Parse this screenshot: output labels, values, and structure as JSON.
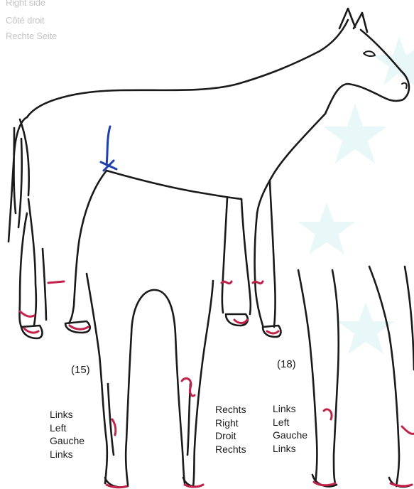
{
  "header": {
    "side_label_en": "Right side",
    "side_label_fr": "Côté droit",
    "side_label_de": "Rechte Seite"
  },
  "views": [
    {
      "number": "(15)",
      "left_label": [
        "Links",
        "Left",
        "Gauche",
        "Links"
      ],
      "right_label": [
        "Rechts",
        "Right",
        "Droit",
        "Rechts"
      ]
    },
    {
      "number": "(18)",
      "left_label": [
        "Links",
        "Left",
        "Gauche",
        "Links"
      ]
    }
  ],
  "colors": {
    "outline": "#1a1a1a",
    "marking": "#c2224a",
    "pen_mark": "#1e3fb0",
    "background_star": "#e8f7f8",
    "faded_text": "#c4c4c4"
  }
}
